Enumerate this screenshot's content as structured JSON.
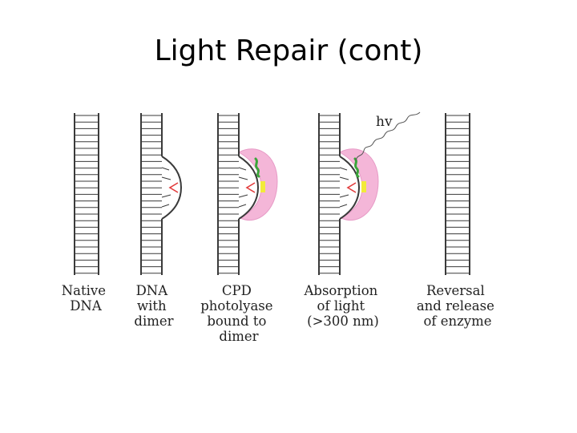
{
  "slide": {
    "title": "Light Repair (cont)"
  },
  "diagram": {
    "light_symbol": "hv",
    "stages": [
      {
        "id": "native",
        "label_lines": [
          "Native",
          "DNA"
        ]
      },
      {
        "id": "dimer",
        "label_lines": [
          "DNA",
          "with",
          "dimer"
        ]
      },
      {
        "id": "bound",
        "label_lines": [
          "CPD",
          "photolyase",
          "bound to",
          "dimer"
        ]
      },
      {
        "id": "absorption",
        "label_lines": [
          "Absorption",
          "of light",
          "(>300 nm)"
        ]
      },
      {
        "id": "release",
        "label_lines": [
          "Reversal",
          "and release",
          "of enzyme"
        ]
      }
    ],
    "colors": {
      "strand": "#3a3a3a",
      "enzyme": "#f4b6d8",
      "dimer_mark": "#e23b3b",
      "chromophore_green": "#3aa53a",
      "chromophore_yellow": "#f2ea3a"
    }
  }
}
